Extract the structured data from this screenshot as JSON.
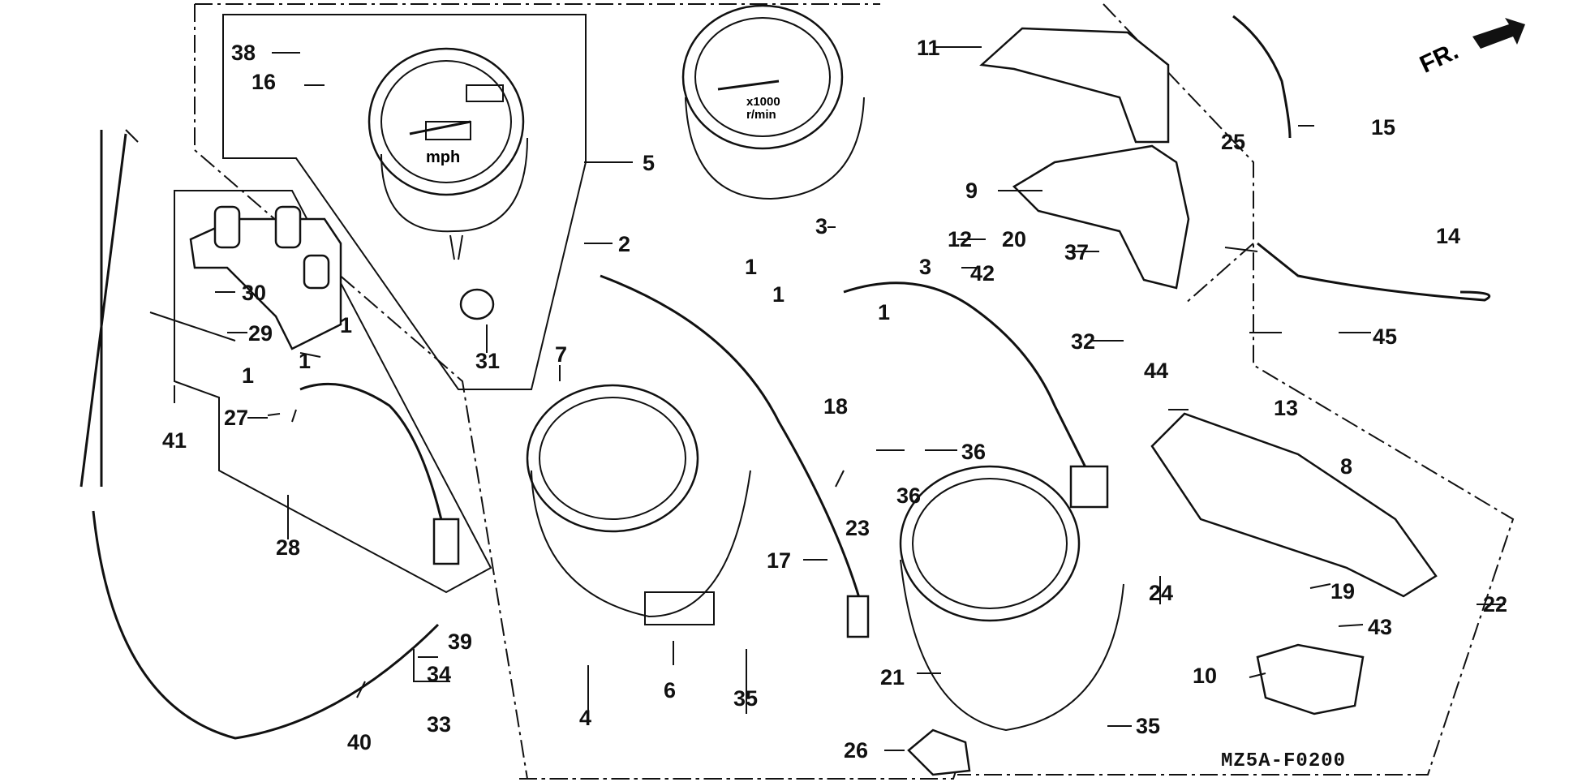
{
  "diagram": {
    "code": "MZ5A-F0200",
    "direction_label": "FR.",
    "gauge_text": {
      "speed_unit": "mph",
      "tach_unit_line1": "x1000",
      "tach_unit_line2": "r/min"
    },
    "callouts": [
      {
        "id": "c38",
        "text": "38"
      },
      {
        "id": "c16",
        "text": "16"
      },
      {
        "id": "c5",
        "text": "5"
      },
      {
        "id": "c2",
        "text": "2"
      },
      {
        "id": "c31",
        "text": "31"
      },
      {
        "id": "c30",
        "text": "30"
      },
      {
        "id": "c29",
        "text": "29"
      },
      {
        "id": "c1a",
        "text": "1"
      },
      {
        "id": "c1b",
        "text": "1"
      },
      {
        "id": "c1c",
        "text": "1"
      },
      {
        "id": "c27",
        "text": "27"
      },
      {
        "id": "c41",
        "text": "41"
      },
      {
        "id": "c28",
        "text": "28"
      },
      {
        "id": "c7",
        "text": "7"
      },
      {
        "id": "c11",
        "text": "11"
      },
      {
        "id": "c3a",
        "text": "3"
      },
      {
        "id": "c12",
        "text": "12"
      },
      {
        "id": "c20",
        "text": "20"
      },
      {
        "id": "c1d",
        "text": "1"
      },
      {
        "id": "c3b",
        "text": "3"
      },
      {
        "id": "c42",
        "text": "42"
      },
      {
        "id": "c1e",
        "text": "1"
      },
      {
        "id": "c1f",
        "text": "1"
      },
      {
        "id": "c32",
        "text": "32"
      },
      {
        "id": "c9",
        "text": "9"
      },
      {
        "id": "c25",
        "text": "25"
      },
      {
        "id": "c37",
        "text": "37"
      },
      {
        "id": "c15",
        "text": "15"
      },
      {
        "id": "c14",
        "text": "14"
      },
      {
        "id": "c45",
        "text": "45"
      },
      {
        "id": "c44",
        "text": "44"
      },
      {
        "id": "c13",
        "text": "13"
      },
      {
        "id": "c18",
        "text": "18"
      },
      {
        "id": "c36a",
        "text": "36"
      },
      {
        "id": "c36b",
        "text": "36"
      },
      {
        "id": "c8",
        "text": "8"
      },
      {
        "id": "c23",
        "text": "23"
      },
      {
        "id": "c17",
        "text": "17"
      },
      {
        "id": "c24",
        "text": "24"
      },
      {
        "id": "c19",
        "text": "19"
      },
      {
        "id": "c22",
        "text": "22"
      },
      {
        "id": "c43",
        "text": "43"
      },
      {
        "id": "c39",
        "text": "39"
      },
      {
        "id": "c34",
        "text": "34"
      },
      {
        "id": "c33",
        "text": "33"
      },
      {
        "id": "c40",
        "text": "40"
      },
      {
        "id": "c4",
        "text": "4"
      },
      {
        "id": "c6",
        "text": "6"
      },
      {
        "id": "c35a",
        "text": "35"
      },
      {
        "id": "c21",
        "text": "21"
      },
      {
        "id": "c10",
        "text": "10"
      },
      {
        "id": "c26",
        "text": "26"
      },
      {
        "id": "c35b",
        "text": "35"
      }
    ]
  }
}
